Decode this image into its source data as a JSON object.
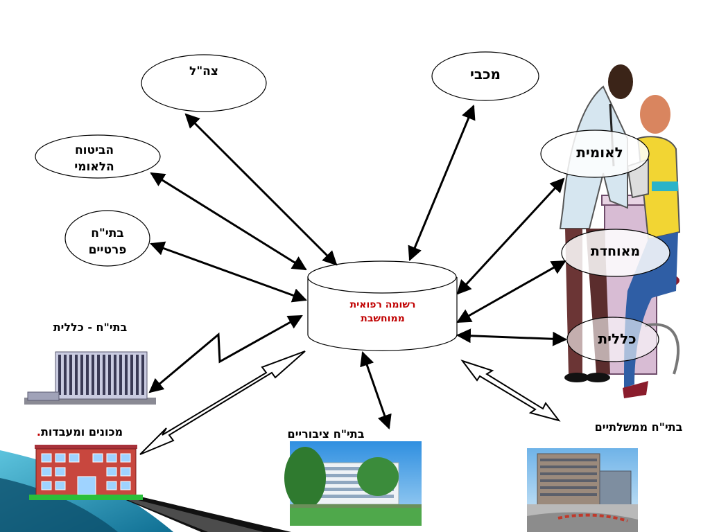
{
  "center": {
    "line1": "רשומה רפואית",
    "line2": "ממוחשבת"
  },
  "nodes": {
    "idf": "צה\"ל",
    "maccabi": "מכבי",
    "bituach_line1": "הביטוח",
    "bituach_line2": "הלאומי",
    "private_line1": "בתי\"ח",
    "private_line2": "פרטיים",
    "leumit": "לאומית",
    "meuhedet": "מאוחדת",
    "clalit": "כללית"
  },
  "captions": {
    "clalit_hospitals": "בתי\"ח - כללית",
    "institutes": "מכונים ומעבדות",
    "institutes_dot": ".",
    "public_hospitals": "בתי\"ח ציבוריים",
    "government_hospitals": "בתי\"ח ממשלתיים"
  },
  "colors": {
    "center_text": "#c00000",
    "lightning": "#000000",
    "accent_teal": "#1d8fb2"
  }
}
